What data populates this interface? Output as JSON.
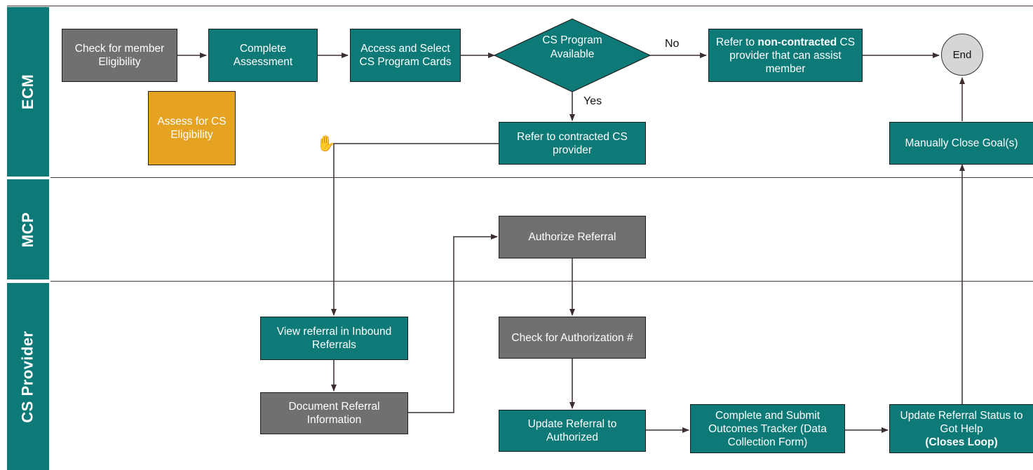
{
  "lanes": {
    "ecm": "ECM",
    "mcp": "MCP",
    "cs_provider": "CS Provider"
  },
  "nodes": {
    "check_eligibility": "Check for member Eligibility",
    "complete_assessment": "Complete Assessment",
    "access_select": "Access and Select CS Program Cards",
    "cs_program_available": "CS Program Available",
    "refer_noncontracted_prefix": "Refer to ",
    "refer_noncontracted_bold": "non-contracted",
    "refer_noncontracted_suffix": " CS provider that can assist member",
    "end": "End",
    "assess_cs_eligibility": "Assess for CS Eligibility",
    "refer_contracted": "Refer to contracted CS provider",
    "manually_close": "Manually Close Goal(s)",
    "authorize_referral": "Authorize Referral",
    "view_referral": "View referral in Inbound Referrals",
    "document_referral": "Document Referral Information",
    "check_authorization": "Check for Authorization #",
    "update_authorized": "Update Referral to Authorized",
    "complete_submit": "Complete and Submit Outcomes Tracker (Data Collection Form)",
    "update_status_prefix": "Update Referral Status to Got Help",
    "update_status_bold": "(Closes Loop)"
  },
  "edge_labels": {
    "no": "No",
    "yes": "Yes"
  },
  "icons": {
    "cursor": "hand-cursor-icon"
  },
  "colors": {
    "teal": "#0d7a78",
    "gray": "#707070",
    "yellow": "#e6a321",
    "end_fill": "#d6d6d6"
  }
}
